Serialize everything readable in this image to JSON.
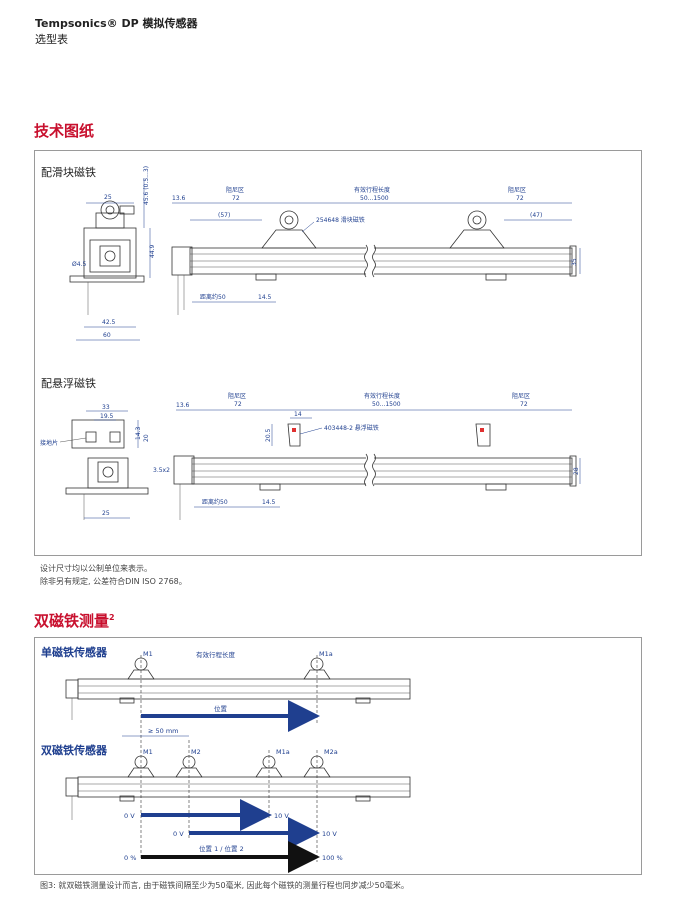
{
  "header": {
    "title": "Tempsonics® DP 模拟传感器",
    "subtitle": "选型表"
  },
  "section1": {
    "title": "技术图纸",
    "slide_label": "配滑块磁铁",
    "float_label": "配悬浮磁铁",
    "slide_dims": {
      "d25": "25",
      "d456": "45.6 (0.5...3)",
      "d45": "Ø4.5",
      "d449": "44.9",
      "d425": "42.5",
      "d60": "60",
      "d136": "13.6",
      "dead_zone": "阻尼区",
      "d72a": "72",
      "d57": "(57)",
      "stroke": "有效行程长度",
      "stroke_range": "50...1500",
      "dead_zone2": "阻尼区",
      "d72b": "72",
      "d47": "(47)",
      "magnet": "254648 滑块磁铁",
      "d35": "35",
      "dist": "距离约50",
      "d145": "14.5"
    },
    "float_dims": {
      "d33": "33",
      "d195": "19.5",
      "d143": "14.3",
      "d20": "20",
      "anchor": "接地片",
      "d25": "25",
      "d35x2": "3.5x2",
      "d136": "13.6",
      "dead_zone": "阻尼区",
      "d72a": "72",
      "stroke": "有效行程长度",
      "stroke_range": "50...1500",
      "dead_zone2": "阻尼区",
      "d72b": "72",
      "d14": "14",
      "d205": "20.5",
      "magnet": "403448-2 悬浮磁铁",
      "d28": "28",
      "dist": "距离约50",
      "d145": "14.5"
    },
    "notes": [
      "设计尺寸均以公制单位来表示。",
      "除非另有规定, 公差符合DIN ISO 2768。"
    ]
  },
  "section2": {
    "title": "双磁铁测量",
    "title_sup": "2",
    "single_label": "单磁铁传感器",
    "double_label": "双磁铁传感器",
    "single": {
      "m1": "M1",
      "m1a": "M1a",
      "stroke": "有效行程长度",
      "pos": "位置"
    },
    "double": {
      "m1": "M1",
      "m2": "M2",
      "m1a": "M1a",
      "m2a": "M2a",
      "gap": "≥ 50 mm",
      "row1_start": "0 V",
      "row1_end": "10 V",
      "row2_start": "0 V",
      "row2_end": "10 V",
      "row3_start": "0 %",
      "row3_end": "100 %",
      "row3_label": "位置 1 / 位置  2"
    },
    "caption": "图3: 就双磁铁测量设计而言, 由于磁铁间隔至少为50毫米, 因此每个磁铁的测量行程也同步减少50毫米。"
  },
  "colors": {
    "accent_red": "#c8102e",
    "dim_blue": "#1f3f8f",
    "arrow_blue": "#1f3f8f",
    "arrow_black": "#111111"
  }
}
